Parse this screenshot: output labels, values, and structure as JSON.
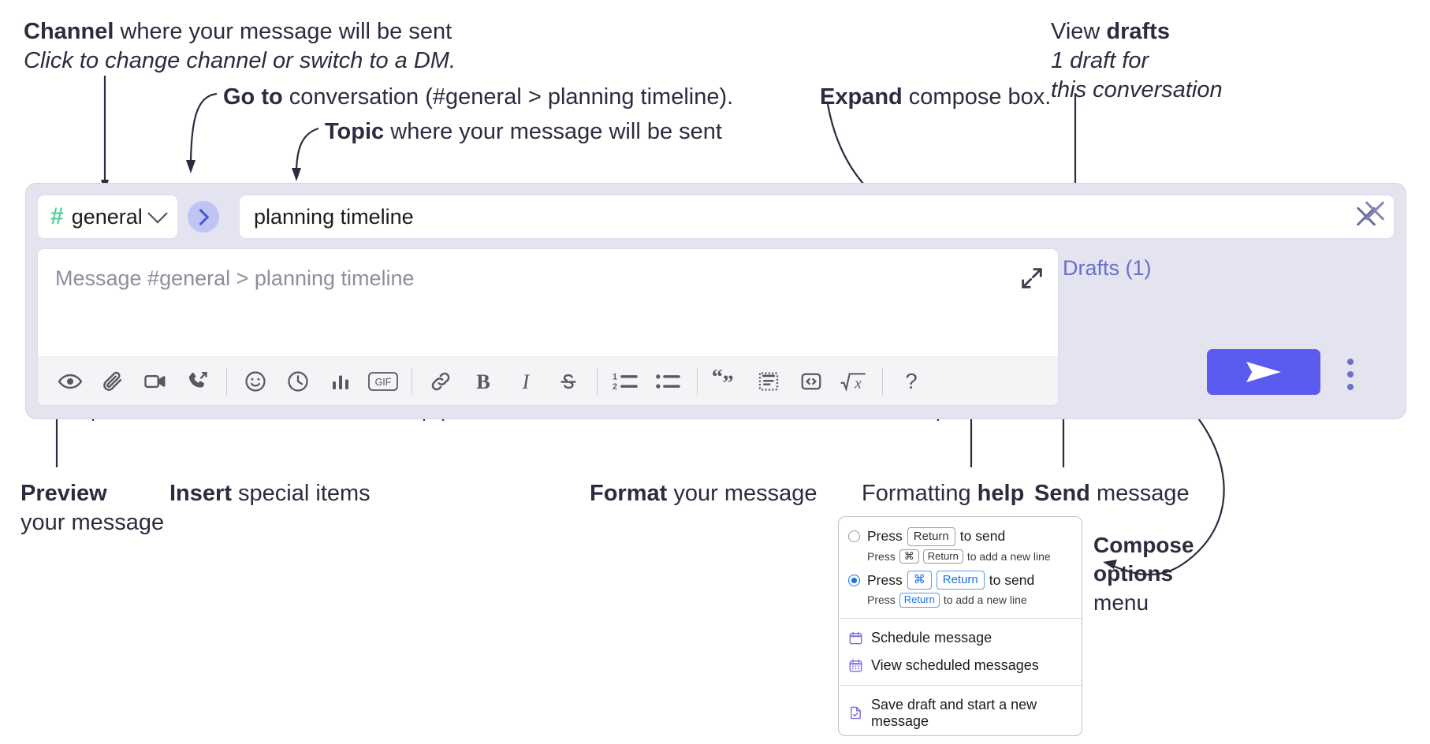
{
  "annotations": {
    "channel": {
      "bold": "Channel",
      "rest": " where your message will be sent",
      "italic": "Click to change channel or switch to a DM."
    },
    "goto": {
      "bold": "Go to",
      "rest": " conversation (#general > planning timeline)."
    },
    "topic": {
      "bold": "Topic",
      "rest": " where your message will be sent"
    },
    "expand": {
      "bold": "Expand",
      "rest": " compose box."
    },
    "drafts": {
      "normal": "View ",
      "bold": "drafts",
      "italic_line1": "1 draft for",
      "italic_line2": "this conversation"
    },
    "preview": {
      "bold": "Preview",
      "line2": "your message"
    },
    "insert": {
      "bold": "Insert",
      "rest": " special items"
    },
    "format": {
      "bold": "Format",
      "rest": " your message"
    },
    "formatting_help": {
      "normal": "Formatting ",
      "bold": "help"
    },
    "send": {
      "bold": "Send",
      "rest": " message"
    },
    "compose_options": {
      "bold_line1": "Compose",
      "bold_line2": "options",
      "normal_line3": "menu"
    }
  },
  "compose": {
    "channel_name": "general",
    "channel_hash": "#",
    "topic_value": "planning timeline",
    "message_placeholder": "Message #general > planning timeline",
    "drafts_label": "Drafts (1)",
    "toolbar_icons": [
      "preview-eye-icon",
      "attachment-paperclip-icon",
      "video-camera-icon",
      "phone-forward-icon",
      "emoji-smiley-icon",
      "clock-icon",
      "poll-bar-chart-icon",
      "gif-icon",
      "link-icon",
      "bold-icon",
      "italic-icon",
      "strikethrough-icon",
      "ordered-list-icon",
      "bulleted-list-icon",
      "blockquote-icon",
      "code-block-icon",
      "inline-code-icon",
      "math-formula-icon",
      "formatting-help-icon"
    ],
    "accent_color": "#5b5bef",
    "panel_color": "#e3e4f0",
    "hash_color": "#5bcf9b",
    "drafts_color": "#6a6fc9"
  },
  "options_menu": {
    "option1": {
      "press": "Press",
      "key": "Return",
      "tail": "to send",
      "sub_press": "Press",
      "sub_key1": "⌘",
      "sub_key2": "Return",
      "sub_tail": "to add a new line",
      "selected": false
    },
    "option2": {
      "press": "Press",
      "key1": "⌘",
      "key2": "Return",
      "tail": "to send",
      "sub_press": "Press",
      "sub_key": "Return",
      "sub_tail": "to add a new line",
      "selected": true
    },
    "items": [
      {
        "icon": "calendar-schedule-icon",
        "label": "Schedule message"
      },
      {
        "icon": "calendar-grid-icon",
        "label": "View scheduled messages"
      },
      {
        "icon": "save-draft-icon",
        "label": "Save draft and start a new message"
      }
    ]
  }
}
